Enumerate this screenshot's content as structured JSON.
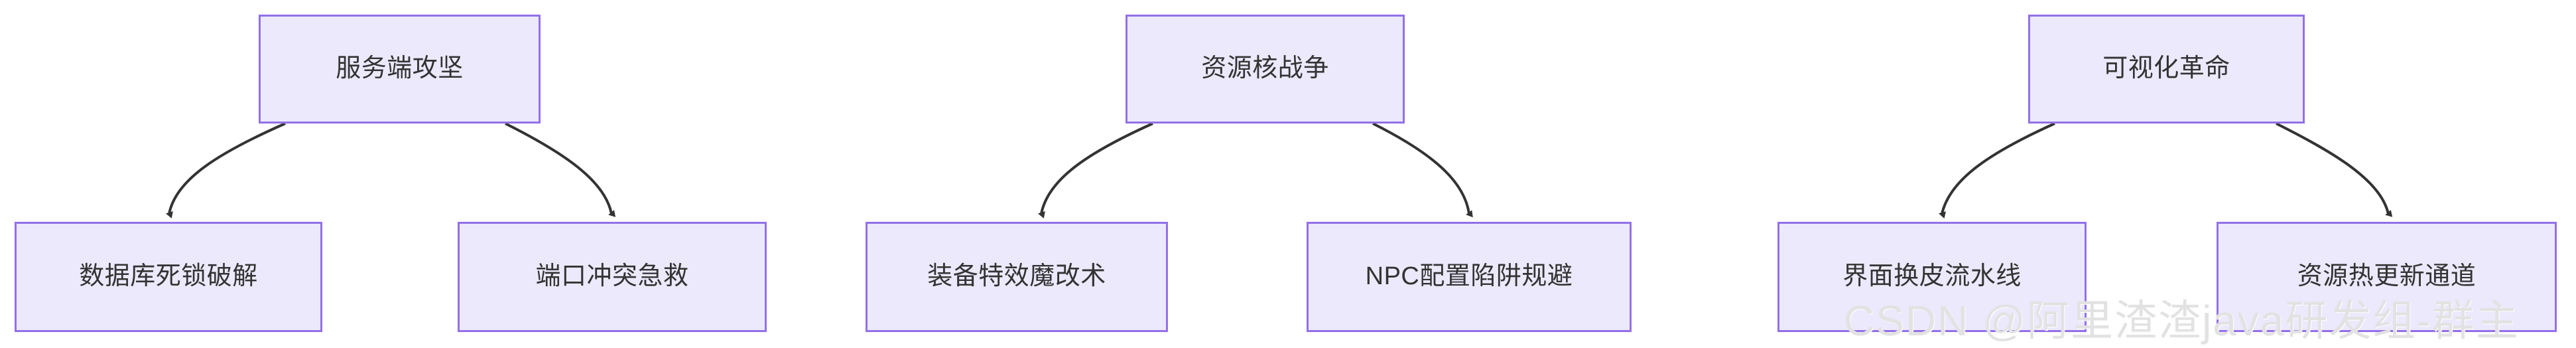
{
  "diagram": {
    "type": "flowchart",
    "orientation": "top-down",
    "theme": {
      "node_fill": "#ece9fc",
      "node_border": "#9370e8",
      "node_text": "#333333",
      "edge_color": "#333333",
      "background": "#ffffff"
    },
    "groups": [
      {
        "id": "group-1",
        "root": {
          "id": "n1",
          "label": "服务端攻坚"
        },
        "children": [
          {
            "id": "n2",
            "label": "数据库死锁破解"
          },
          {
            "id": "n3",
            "label": "端口冲突急救"
          }
        ]
      },
      {
        "id": "group-2",
        "root": {
          "id": "n4",
          "label": "资源核战争"
        },
        "children": [
          {
            "id": "n5",
            "label": "装备特效魔改术"
          },
          {
            "id": "n6",
            "label": "NPC配置陷阱规避"
          }
        ]
      },
      {
        "id": "group-3",
        "root": {
          "id": "n7",
          "label": "可视化革命"
        },
        "children": [
          {
            "id": "n8",
            "label": "界面换皮流水线"
          },
          {
            "id": "n9",
            "label": "资源热更新通道"
          }
        ]
      }
    ],
    "edges": [
      {
        "from": "n1",
        "to": "n2"
      },
      {
        "from": "n1",
        "to": "n3"
      },
      {
        "from": "n4",
        "to": "n5"
      },
      {
        "from": "n4",
        "to": "n6"
      },
      {
        "from": "n7",
        "to": "n8"
      },
      {
        "from": "n7",
        "to": "n9"
      }
    ]
  },
  "watermark": {
    "text": "CSDN @阿里渣渣java研发组-群主"
  }
}
